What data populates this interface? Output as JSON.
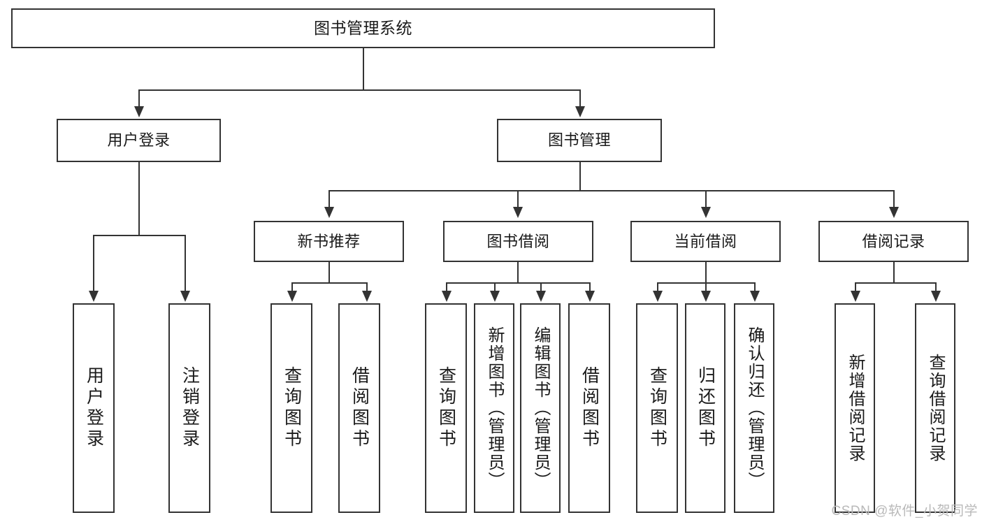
{
  "diagram": {
    "type": "tree-hierarchy-chart",
    "title": "图书管理系统",
    "watermark": "CSDN @软件_小贺同学",
    "colors": {
      "stroke": "#333333",
      "fill": "#ffffff",
      "text": "#1a1a1a",
      "watermark": "#b9b9b9"
    },
    "levels": {
      "root": {
        "label": "图书管理系统"
      },
      "level2": [
        {
          "label": "用户登录"
        },
        {
          "label": "图书管理"
        }
      ],
      "level3": [
        {
          "label": "新书推荐"
        },
        {
          "label": "图书借阅"
        },
        {
          "label": "当前借阅"
        },
        {
          "label": "借阅记录"
        }
      ],
      "level4": {
        "user_login": [
          {
            "label": "用户登录"
          },
          {
            "label": "注销登录"
          }
        ],
        "new_book_recommend": [
          {
            "label": "查询图书"
          },
          {
            "label": "借阅图书"
          }
        ],
        "book_borrow": [
          {
            "label": "查询图书"
          },
          {
            "label": "新增图书（管理员）"
          },
          {
            "label": "编辑图书（管理员）"
          },
          {
            "label": "借阅图书"
          }
        ],
        "current_borrow": [
          {
            "label": "查询图书"
          },
          {
            "label": "归还图书"
          },
          {
            "label": "确认归还（管理员）"
          }
        ],
        "borrow_record": [
          {
            "label": "新增借阅记录"
          },
          {
            "label": "查询借阅记录"
          }
        ]
      }
    }
  }
}
